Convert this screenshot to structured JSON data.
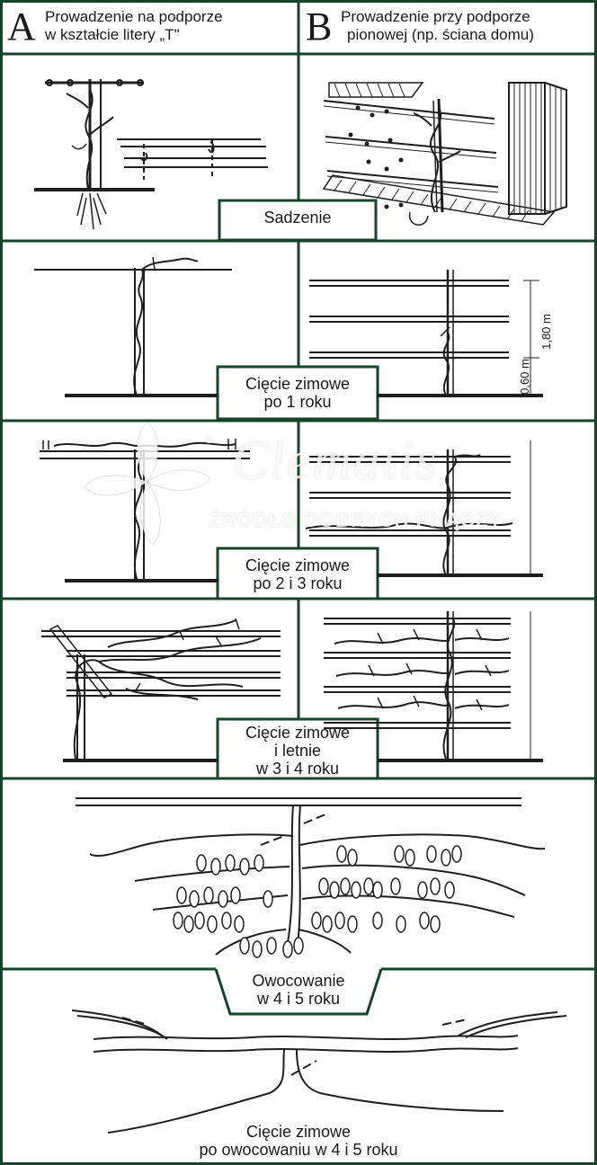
{
  "colors": {
    "frame": "#17432a",
    "ink": "#1f1f1f",
    "wash": "#ffffff"
  },
  "header": {
    "a": {
      "letter": "A",
      "line1": "Prowadzenie na podporze",
      "line2": "w kształcie litery „T\""
    },
    "b": {
      "letter": "B",
      "line1": "Prowadzenie przy podporze",
      "line2": "pionowej (np. ściana domu)"
    }
  },
  "stages": {
    "planting": "Sadzenie",
    "winter1": {
      "line1": "Cięcie zimowe",
      "line2": "po 1 roku"
    },
    "winter23": {
      "line1": "Cięcie zimowe",
      "line2": "po 2 i 3 roku"
    },
    "summer34": {
      "line1": "Cięcie zimowe",
      "line2": "i letnie",
      "line3": "w 3 i 4 roku"
    },
    "fruiting": {
      "line1": "Owocowanie",
      "line2": "w 4 i 5 roku"
    },
    "afterfruit": {
      "line1": "Cięcie zimowe",
      "line2": "po owocowaniu w 4 i 5 roku"
    }
  },
  "dimensions": {
    "total": "1,80 m",
    "lower": "0,60 m"
  },
  "watermark": {
    "brand": "Clematis",
    "reg": "®",
    "slogan": "ŹRÓDŁO DOBRYCH PNĄCZY"
  }
}
